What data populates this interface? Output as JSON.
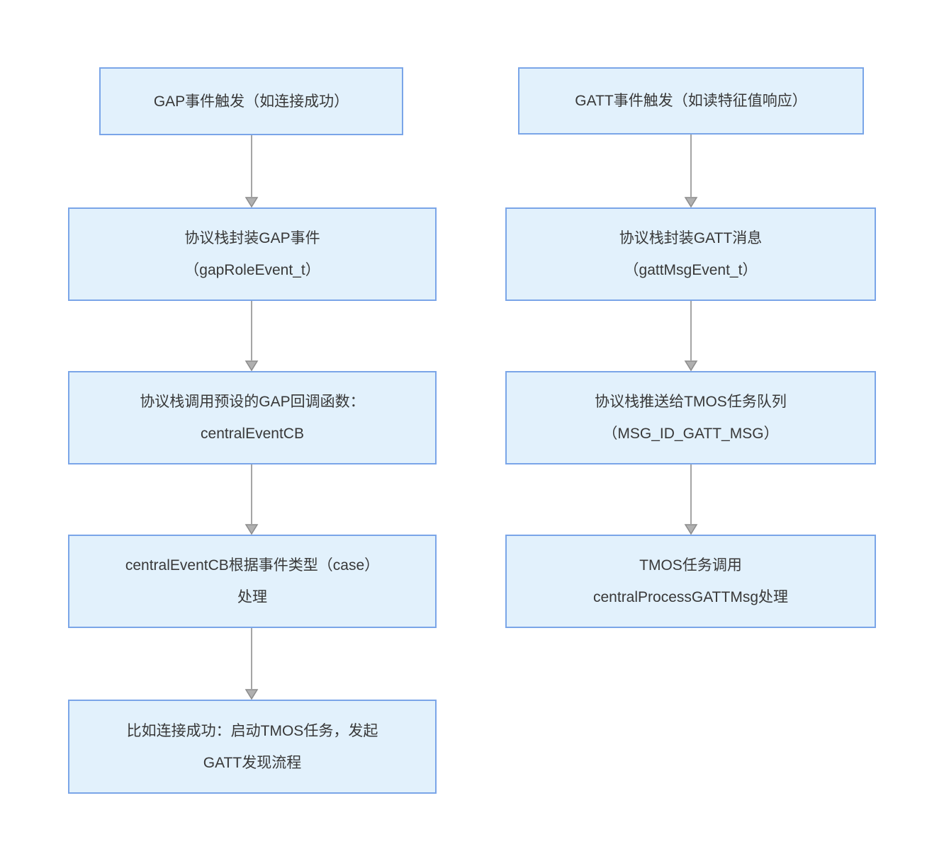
{
  "diagram": {
    "title": "BLE central GAP/GATT event handling flowchart",
    "colors": {
      "background": "#ffffff",
      "node_fill": "#e2f1fc",
      "node_border": "#7aa5e8",
      "arrow_line": "#a5a5a5",
      "arrow_head_fill": "#b0b0b0",
      "arrow_head_stroke": "#8c8c8c",
      "text": "#383838"
    },
    "columns": [
      {
        "id": "gap-flow",
        "nodes": [
          {
            "lines": [
              "GAP事件触发（如连接成功）"
            ]
          },
          {
            "lines": [
              "协议栈封装GAP事件",
              "（gapRoleEvent_t）"
            ]
          },
          {
            "lines": [
              "协议栈调用预设的GAP回调函数：",
              "centralEventCB"
            ]
          },
          {
            "lines": [
              "centralEventCB根据事件类型（case）",
              "处理"
            ]
          },
          {
            "lines": [
              "比如连接成功：启动TMOS任务，发起",
              "GATT发现流程"
            ]
          }
        ]
      },
      {
        "id": "gatt-flow",
        "nodes": [
          {
            "lines": [
              "GATT事件触发（如读特征值响应）"
            ]
          },
          {
            "lines": [
              "协议栈封装GATT消息",
              "（gattMsgEvent_t）"
            ]
          },
          {
            "lines": [
              "协议栈推送给TMOS任务队列",
              "（MSG_ID_GATT_MSG）"
            ]
          },
          {
            "lines": [
              "TMOS任务调用",
              "centralProcessGATTMsg处理"
            ]
          }
        ]
      }
    ]
  }
}
